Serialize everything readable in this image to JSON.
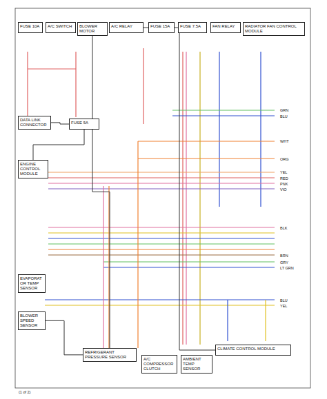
{
  "diagram": {
    "nodes": [
      {
        "text": [
          "FUSE 10A"
        ]
      },
      {
        "text": [
          "A/C SWITCH"
        ]
      },
      {
        "text": [
          "BLOWER MOTOR"
        ]
      },
      {
        "text": [
          "A/C RELAY"
        ]
      },
      {
        "text": [
          "FUSE 15A"
        ]
      },
      {
        "text": [
          "FUSE 7.5A"
        ]
      },
      {
        "text": [
          "FAN RELAY"
        ]
      },
      {
        "text": [
          "RADIATOR FAN CONTROL MODULE"
        ]
      },
      {
        "text": [
          "DATA LINK CONNECTOR"
        ]
      },
      {
        "text": [
          "FUSE 5A"
        ]
      },
      {
        "text": [
          "ENGINE CONTROL MODULE"
        ]
      },
      {
        "text": [
          "EVAPORATOR TEMP SENSOR"
        ]
      },
      {
        "text": [
          "BLOWER SPEED SENSOR"
        ]
      },
      {
        "text": [
          "REFRIGERANT PRESSURE SENSOR"
        ]
      },
      {
        "text": [
          "A/C COMPRESSOR CLUTCH"
        ]
      },
      {
        "text": [
          "AMBIENT TEMP SENSOR"
        ]
      },
      {
        "text": [
          "CLIMATE CONTROL MODULE"
        ]
      }
    ],
    "edges": [
      {
        "from": 8,
        "to": 9,
        "arrow": "none"
      },
      {
        "from": 9,
        "to": 10,
        "arrow": "none"
      },
      {
        "from": 12,
        "to": 13,
        "arrow": "none"
      },
      {
        "from": 2,
        "to": 13,
        "arrow": "none"
      },
      {
        "from": 3,
        "to": 16,
        "arrow": "none"
      }
    ],
    "labels": [
      "GRN",
      "BLU",
      "WHT",
      "ORG",
      "YEL",
      "RED",
      "PNK",
      "VIO",
      "BLK",
      "BRN",
      "GRY",
      "LT GRN",
      "YEL",
      "BLU",
      "(1 of 2)"
    ]
  }
}
